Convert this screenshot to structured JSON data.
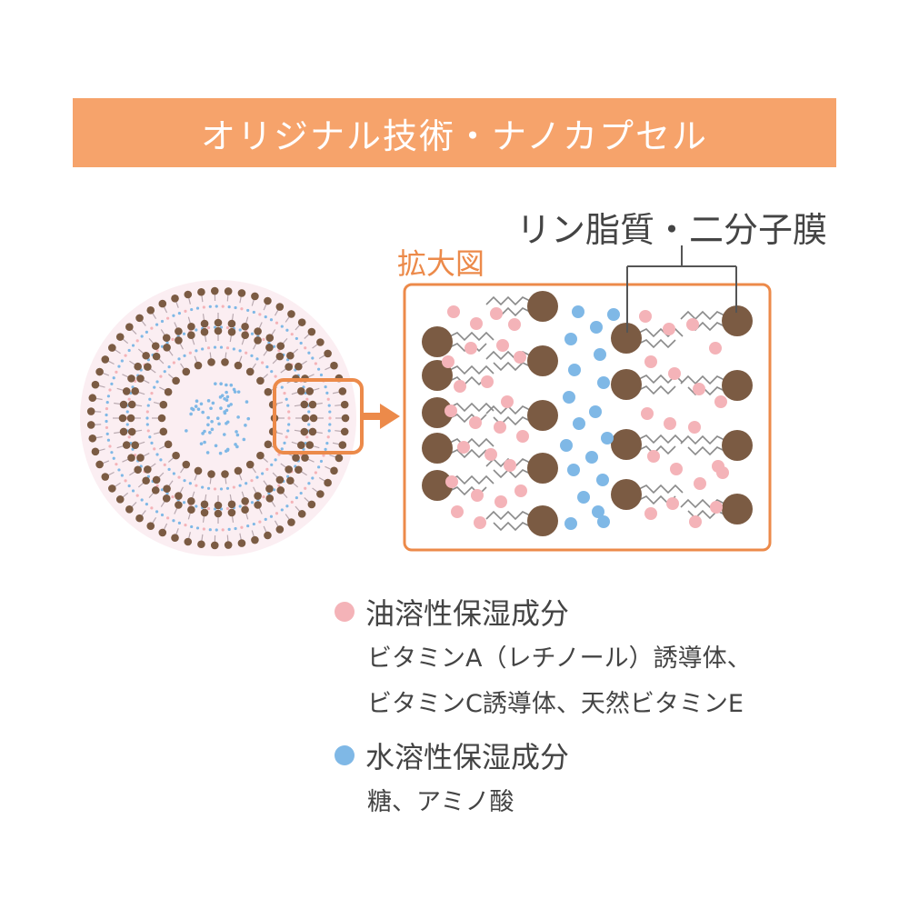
{
  "title": "オリジナル技術・ナノカプセル",
  "bilayer_label": "リン脂質・二分子膜",
  "zoom_label": "拡大図",
  "colors": {
    "banner": "#f6a36b",
    "accent_orange": "#ec8a4a",
    "lipid_head": "#7b5b43",
    "oil_component": "#f4b3b8",
    "water_component": "#7fb8e6",
    "tail": "#8a8a8a",
    "text": "#444444"
  },
  "legend": {
    "oil": {
      "dot_color": "#f4b3b8",
      "heading": "油溶性保湿成分",
      "lines": [
        "ビタミンA（レチノール）誘導体、",
        "ビタミンC誘導体、天然ビタミンE"
      ]
    },
    "water": {
      "dot_color": "#7fb8e6",
      "heading": "水溶性保湿成分",
      "lines": [
        "糖、アミノ酸"
      ]
    }
  }
}
